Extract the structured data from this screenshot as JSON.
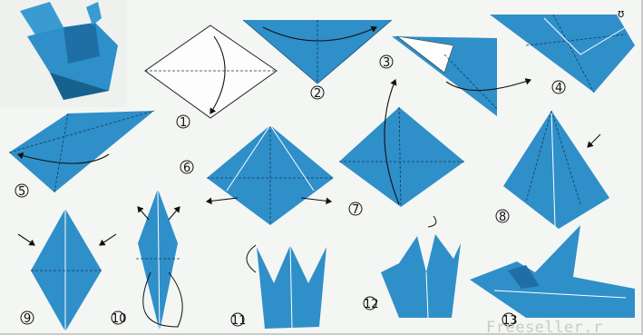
{
  "steps": [
    "1",
    "2",
    "3",
    "4",
    "5",
    "6",
    "7",
    "8",
    "9",
    "10",
    "11",
    "12",
    "13"
  ],
  "corner_mark": "ʊ",
  "watermark": "Freeseller.r",
  "colors": {
    "paper_blue": "#2f8fc9",
    "paper_dark": "#1f6fa6",
    "background": "#f4f6f3"
  },
  "icons": [
    "finished-crane-photo",
    "fold-arrow-icon",
    "cut-arrow-icon"
  ]
}
